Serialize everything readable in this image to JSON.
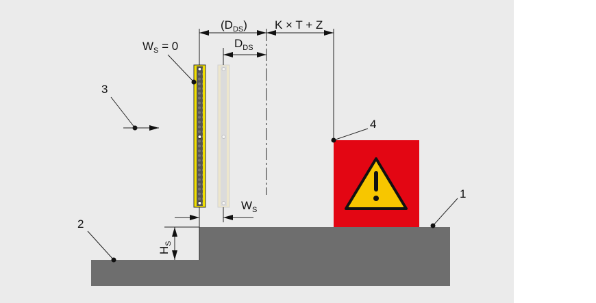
{
  "dimensions": {
    "dds_paren": {
      "open": "(D",
      "sub": "DS",
      "close": ")"
    },
    "dds": {
      "main": "D",
      "sub": "DS"
    },
    "formula": "K × T + Z",
    "ws_zero": {
      "main": "W",
      "sub": "S",
      "rest": " = 0"
    },
    "ws": {
      "main": "W",
      "sub": "S"
    },
    "hs": {
      "main": "H",
      "sub": "S"
    }
  },
  "callouts": [
    "1",
    "2",
    "3",
    "4"
  ],
  "colors": {
    "background": "#ebebeb",
    "ground": "#6e6e6e",
    "hazard": "#e30613",
    "warning": "#f7c600",
    "curtain": "#f2e000"
  }
}
